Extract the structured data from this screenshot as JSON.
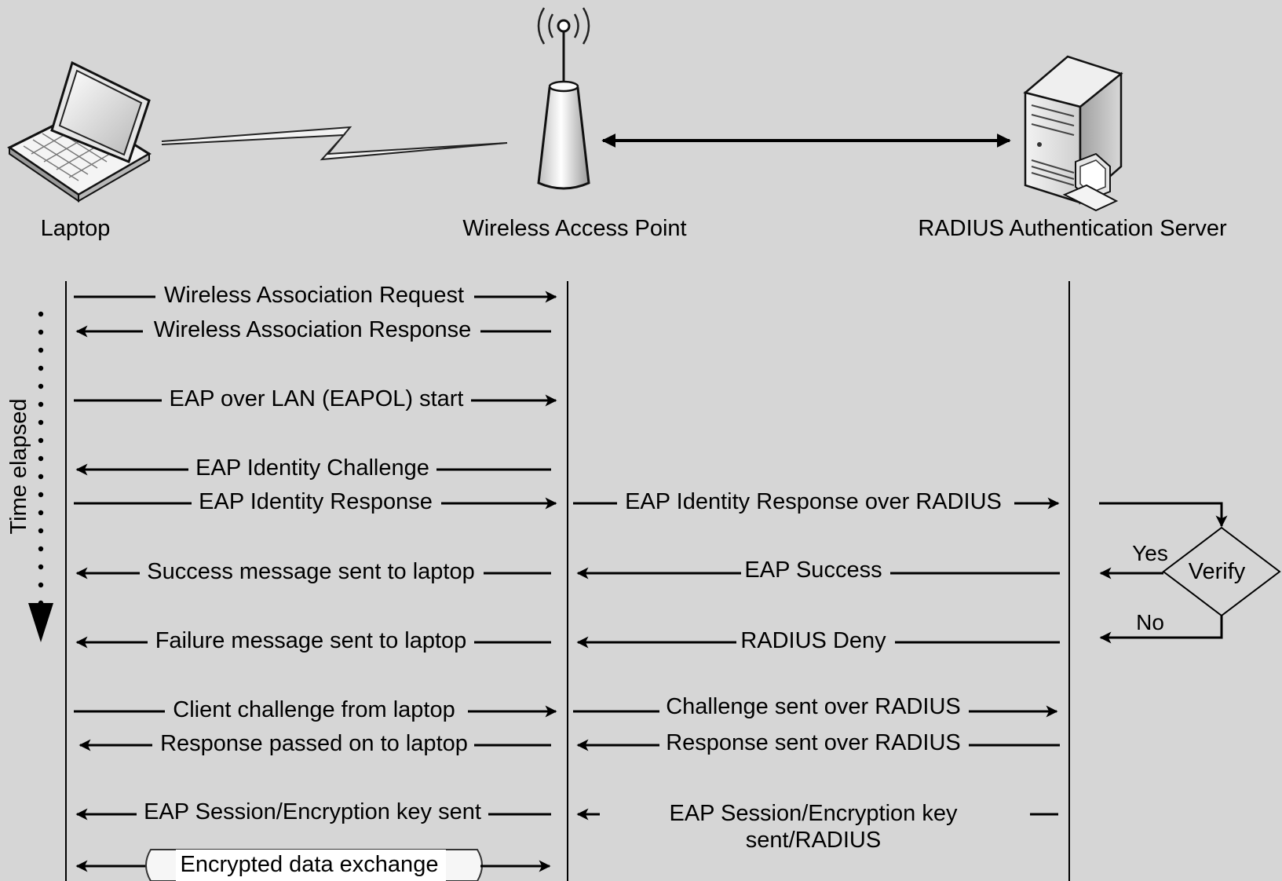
{
  "nodes": {
    "laptop": "Laptop",
    "access_point": "Wireless Access Point",
    "server": "RADIUS Authentication Server"
  },
  "time_axis": "Time elapsed",
  "messages": {
    "assoc_request": "Wireless Association Request",
    "assoc_response": "Wireless Association Response",
    "eapol_start": "EAP over LAN (EAPOL) start",
    "identity_challenge": "EAP Identity Challenge",
    "identity_response": "EAP Identity Response",
    "identity_response_radius": "EAP Identity Response over RADIUS",
    "success_to_laptop": "Success message sent to laptop",
    "eap_success": "EAP Success",
    "failure_to_laptop": "Failure message sent to laptop",
    "radius_deny": "RADIUS Deny",
    "client_challenge": "Client challenge from laptop",
    "challenge_radius": "Challenge sent over RADIUS",
    "response_to_laptop": "Response passed on to laptop",
    "response_radius": "Response sent over RADIUS",
    "session_key": "EAP Session/Encryption key sent",
    "session_key_radius_1": "EAP Session/Encryption key",
    "session_key_radius_2": "sent/RADIUS",
    "encrypted_exchange": "Encrypted data exchange"
  },
  "decision": {
    "label": "Verify",
    "yes": "Yes",
    "no": "No"
  }
}
